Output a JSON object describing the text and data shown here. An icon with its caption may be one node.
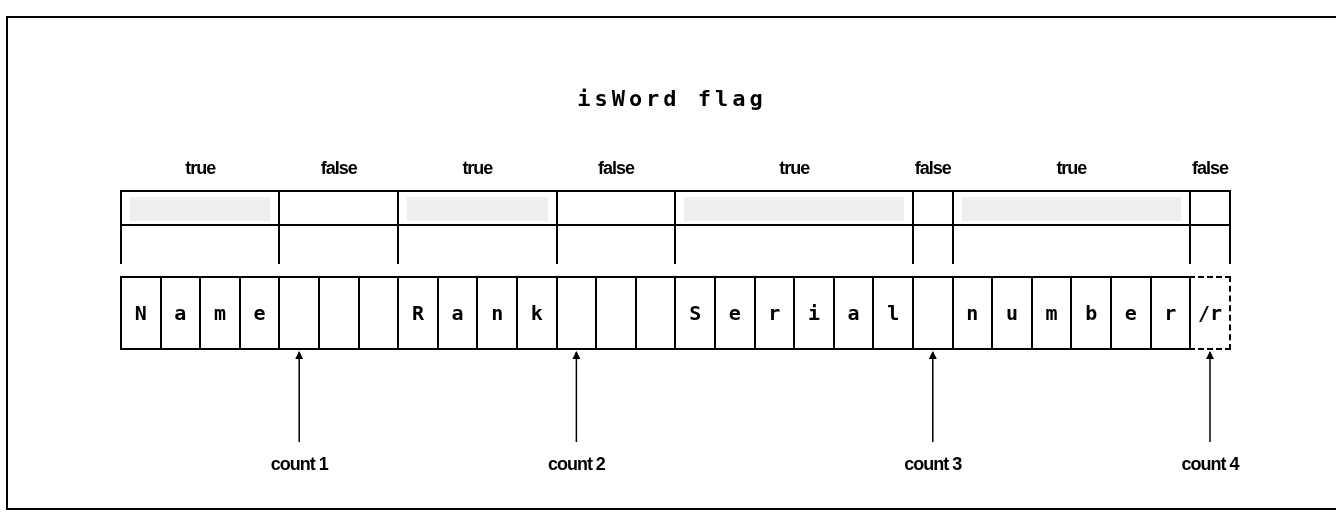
{
  "diagram": {
    "title": "isWord flag",
    "nodes": [
      {
        "text": [
          "true"
        ]
      },
      {
        "text": [
          "false"
        ]
      },
      {
        "text": [
          "true"
        ]
      },
      {
        "text": [
          "false"
        ]
      },
      {
        "text": [
          "true"
        ]
      },
      {
        "text": [
          "false"
        ]
      },
      {
        "text": [
          "true"
        ]
      },
      {
        "text": [
          "false"
        ]
      },
      {
        "text": [
          "N"
        ]
      },
      {
        "text": [
          "a"
        ]
      },
      {
        "text": [
          "m"
        ]
      },
      {
        "text": [
          "e"
        ]
      },
      {
        "text": [],
        "shape": "box"
      },
      {
        "text": [],
        "shape": "box"
      },
      {
        "text": [],
        "shape": "box"
      },
      {
        "text": [
          "R"
        ]
      },
      {
        "text": [
          "a"
        ]
      },
      {
        "text": [
          "n"
        ]
      },
      {
        "text": [
          "k"
        ]
      },
      {
        "text": [],
        "shape": "box"
      },
      {
        "text": [],
        "shape": "box"
      },
      {
        "text": [],
        "shape": "box"
      },
      {
        "text": [
          "S"
        ]
      },
      {
        "text": [
          "e"
        ]
      },
      {
        "text": [
          "r"
        ]
      },
      {
        "text": [
          "i"
        ]
      },
      {
        "text": [
          "a"
        ]
      },
      {
        "text": [
          "l"
        ]
      },
      {
        "text": [],
        "shape": "box"
      },
      {
        "text": [
          "n"
        ]
      },
      {
        "text": [
          "u"
        ]
      },
      {
        "text": [
          "m"
        ]
      },
      {
        "text": [
          "b"
        ]
      },
      {
        "text": [
          "e"
        ]
      },
      {
        "text": [
          "r"
        ]
      },
      {
        "text": [
          "/r"
        ]
      },
      {
        "text": [
          "count 1"
        ]
      },
      {
        "text": [
          "count 2"
        ]
      },
      {
        "text": [
          "count 3"
        ]
      },
      {
        "text": [
          "count 4"
        ]
      }
    ],
    "edges": [
      {
        "from": 36,
        "to": 12,
        "arrow": "to"
      },
      {
        "from": 37,
        "to": 19,
        "arrow": "to"
      },
      {
        "from": 38,
        "to": 28,
        "arrow": "to"
      },
      {
        "from": 39,
        "to": 35,
        "arrow": "to"
      }
    ]
  }
}
